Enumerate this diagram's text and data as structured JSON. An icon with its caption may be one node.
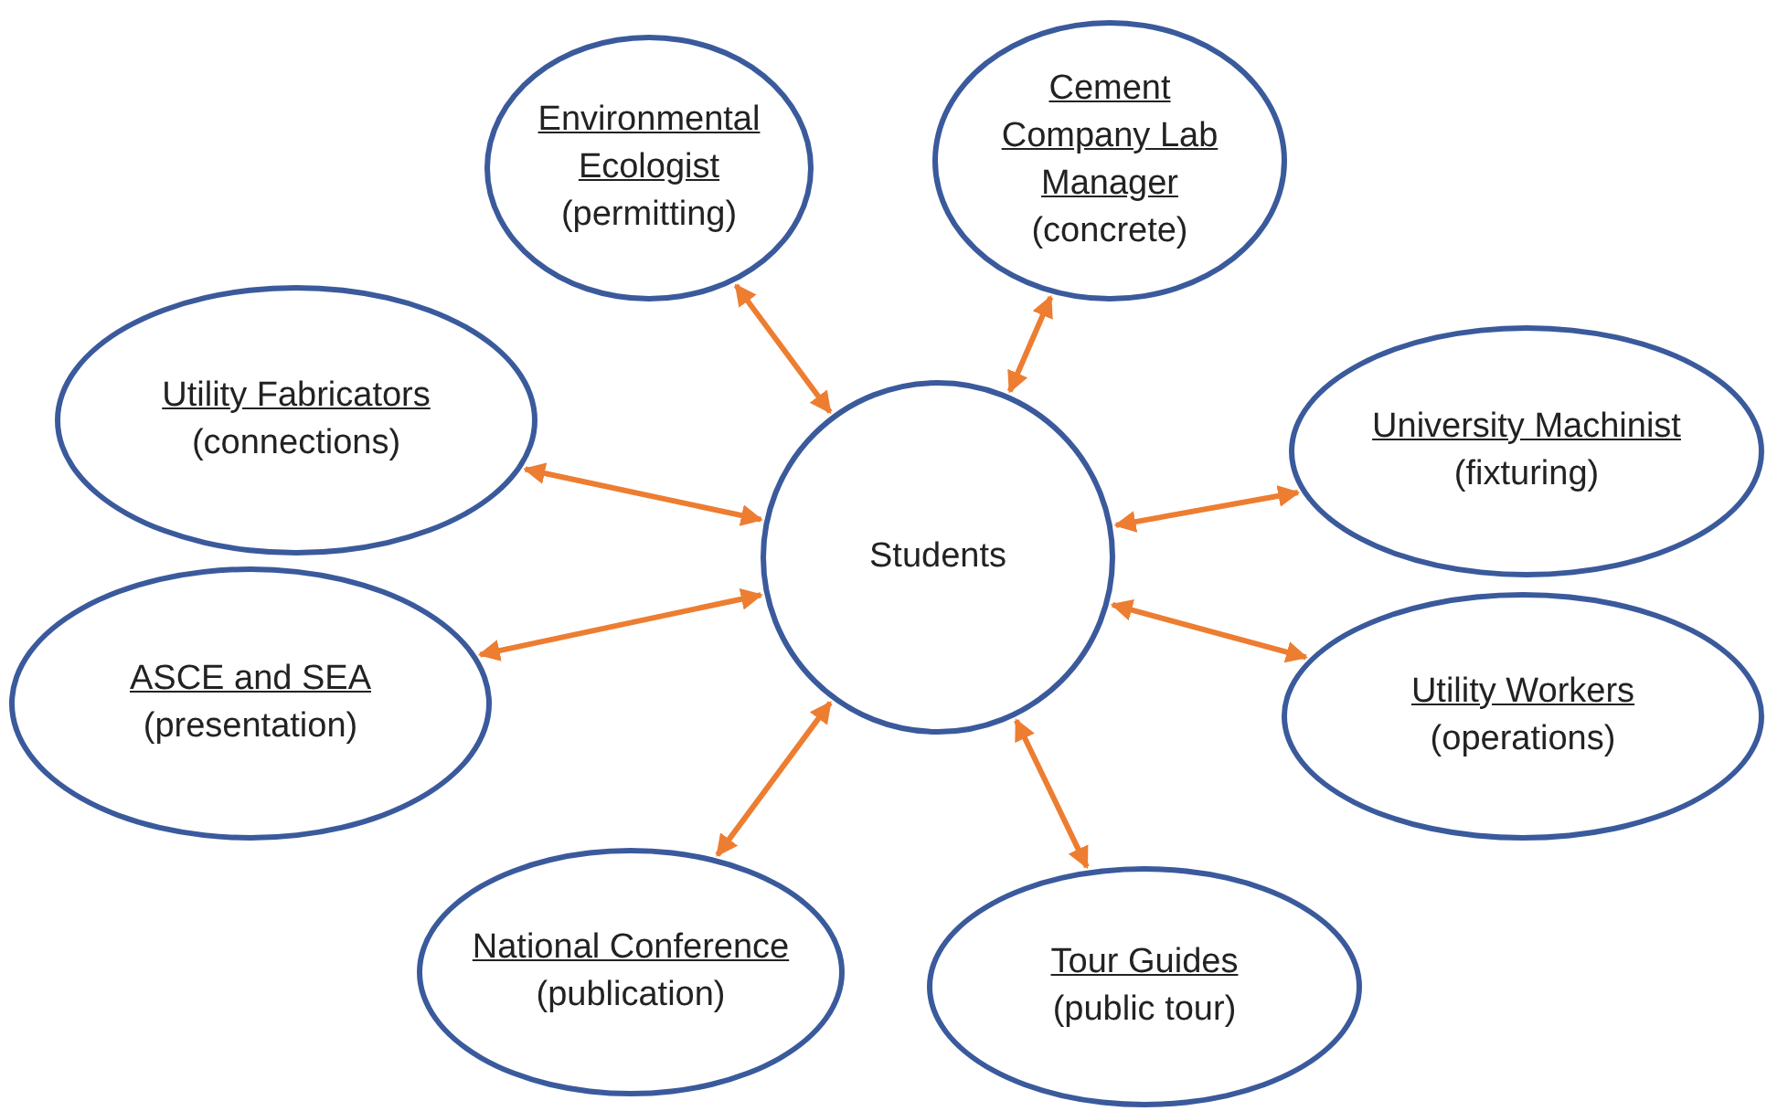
{
  "diagram": {
    "nodes": [
      {
        "text": [
          "Environmental Ecologist",
          "(permitting)"
        ]
      },
      {
        "text": [
          "Cement Company Lab Manager",
          "(concrete)"
        ]
      },
      {
        "text": [
          "Utility Fabricators",
          "(connections)"
        ]
      },
      {
        "text": [
          "University Machinist",
          "(fixturing)"
        ]
      },
      {
        "text": [
          "Students"
        ]
      },
      {
        "text": [
          "ASCE and SEA",
          "(presentation)"
        ]
      },
      {
        "text": [
          "Utility Workers",
          "(operations)"
        ]
      },
      {
        "text": [
          "National Conference",
          "(publication)"
        ]
      },
      {
        "text": [
          "Tour Guides",
          "(public tour)"
        ]
      }
    ],
    "edges": [
      {
        "from": 4,
        "to": 0,
        "arrow": "both"
      },
      {
        "from": 4,
        "to": 1,
        "arrow": "both"
      },
      {
        "from": 4,
        "to": 2,
        "arrow": "both"
      },
      {
        "from": 4,
        "to": 3,
        "arrow": "both"
      },
      {
        "from": 4,
        "to": 5,
        "arrow": "both"
      },
      {
        "from": 4,
        "to": 6,
        "arrow": "both"
      },
      {
        "from": 4,
        "to": 7,
        "arrow": "both"
      },
      {
        "from": 4,
        "to": 8,
        "arrow": "both"
      }
    ]
  }
}
